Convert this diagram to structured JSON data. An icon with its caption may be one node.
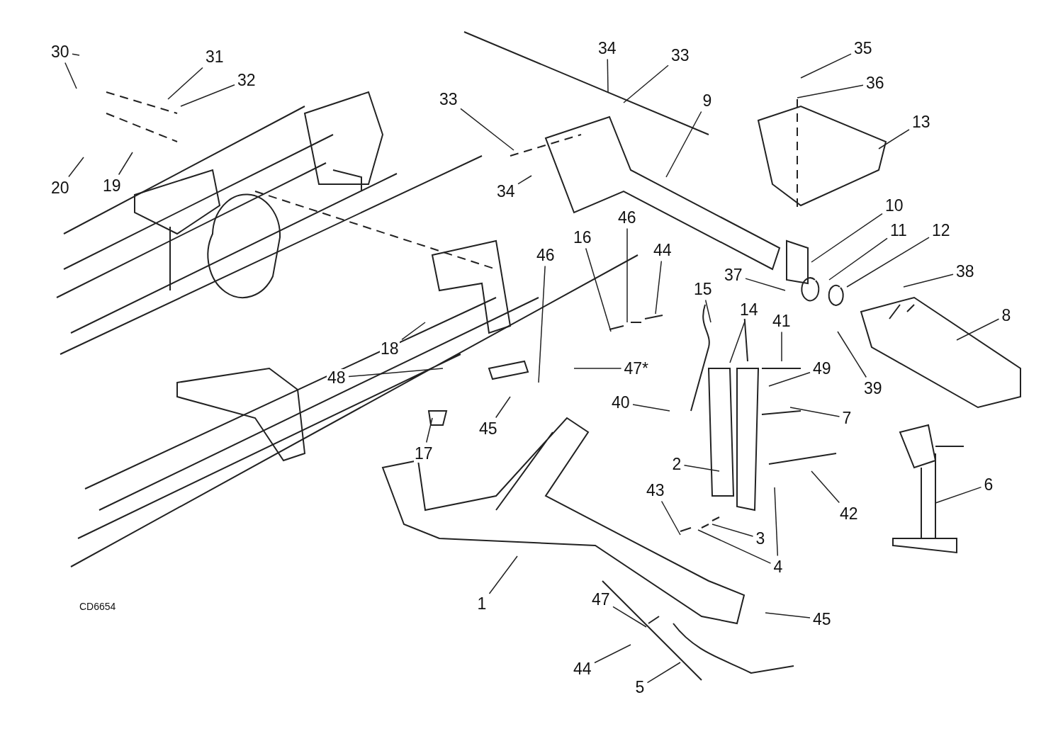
{
  "diagram": {
    "nodes": [
      {
        "text": [
          "30"
        ]
      },
      {
        "text": [
          "34"
        ]
      },
      {
        "text": [
          "35"
        ]
      },
      {
        "text": [
          "33"
        ]
      },
      {
        "text": [
          "31"
        ]
      },
      {
        "text": [
          "32"
        ]
      },
      {
        "text": [
          "36"
        ]
      },
      {
        "text": [
          "33"
        ]
      },
      {
        "text": [
          "9"
        ]
      },
      {
        "text": [
          "13"
        ]
      },
      {
        "text": [
          "20"
        ]
      },
      {
        "text": [
          "19"
        ]
      },
      {
        "text": [
          "34"
        ]
      },
      {
        "text": [
          "10"
        ]
      },
      {
        "text": [
          "46"
        ]
      },
      {
        "text": [
          "16"
        ]
      },
      {
        "text": [
          "11"
        ]
      },
      {
        "text": [
          "12"
        ]
      },
      {
        "text": [
          "44"
        ]
      },
      {
        "text": [
          "46"
        ]
      },
      {
        "text": [
          "38"
        ]
      },
      {
        "text": [
          "37"
        ]
      },
      {
        "text": [
          "15"
        ]
      },
      {
        "text": [
          "14"
        ]
      },
      {
        "text": [
          "8"
        ]
      },
      {
        "text": [
          "41"
        ]
      },
      {
        "text": [
          "18"
        ]
      },
      {
        "text": [
          "49"
        ]
      },
      {
        "text": [
          "47*"
        ]
      },
      {
        "text": [
          "48"
        ]
      },
      {
        "text": [
          "39"
        ]
      },
      {
        "text": [
          "40"
        ]
      },
      {
        "text": [
          "7"
        ]
      },
      {
        "text": [
          "45"
        ]
      },
      {
        "text": [
          "17"
        ]
      },
      {
        "text": [
          "2"
        ]
      },
      {
        "text": [
          "6"
        ]
      },
      {
        "text": [
          "43"
        ]
      },
      {
        "text": [
          "42"
        ]
      },
      {
        "text": [
          "3"
        ]
      },
      {
        "text": [
          "4"
        ]
      },
      {
        "text": [
          "47"
        ]
      },
      {
        "text": [
          "1"
        ]
      },
      {
        "text": [
          "45"
        ]
      },
      {
        "text": [
          "44"
        ]
      },
      {
        "text": [
          "5"
        ]
      }
    ],
    "edges": [
      {
        "from": 0,
        "to": null,
        "arrow": "none"
      },
      {
        "from": 0,
        "to": null,
        "arrow": "none"
      },
      {
        "from": 1,
        "to": null,
        "arrow": "none"
      },
      {
        "from": 2,
        "to": null,
        "arrow": "none"
      },
      {
        "from": 3,
        "to": null,
        "arrow": "none"
      },
      {
        "from": 4,
        "to": null,
        "arrow": "none"
      },
      {
        "from": 5,
        "to": null,
        "arrow": "none"
      },
      {
        "from": 6,
        "to": null,
        "arrow": "none"
      },
      {
        "from": 7,
        "to": null,
        "arrow": "none"
      },
      {
        "from": 8,
        "to": null,
        "arrow": "none"
      },
      {
        "from": 9,
        "to": null,
        "arrow": "none"
      },
      {
        "from": 10,
        "to": null,
        "arrow": "none"
      },
      {
        "from": 11,
        "to": null,
        "arrow": "none"
      },
      {
        "from": 12,
        "to": null,
        "arrow": "none"
      },
      {
        "from": 13,
        "to": null,
        "arrow": "none"
      },
      {
        "from": 14,
        "to": null,
        "arrow": "none"
      },
      {
        "from": 15,
        "to": null,
        "arrow": "none"
      },
      {
        "from": 16,
        "to": null,
        "arrow": "none"
      },
      {
        "from": 17,
        "to": null,
        "arrow": "none"
      },
      {
        "from": 18,
        "to": null,
        "arrow": "none"
      },
      {
        "from": 19,
        "to": null,
        "arrow": "none"
      },
      {
        "from": 20,
        "to": null,
        "arrow": "none"
      },
      {
        "from": 21,
        "to": null,
        "arrow": "none"
      },
      {
        "from": 22,
        "to": null,
        "arrow": "none"
      },
      {
        "from": 23,
        "to": null,
        "arrow": "none"
      },
      {
        "from": 24,
        "to": null,
        "arrow": "none"
      },
      {
        "from": 25,
        "to": null,
        "arrow": "none"
      },
      {
        "from": 26,
        "to": null,
        "arrow": "none"
      },
      {
        "from": 27,
        "to": null,
        "arrow": "none"
      },
      {
        "from": 28,
        "to": null,
        "arrow": "none"
      },
      {
        "from": 29,
        "to": null,
        "arrow": "none"
      },
      {
        "from": 30,
        "to": null,
        "arrow": "none"
      },
      {
        "from": 31,
        "to": null,
        "arrow": "none"
      },
      {
        "from": 32,
        "to": null,
        "arrow": "none"
      },
      {
        "from": 33,
        "to": null,
        "arrow": "none"
      },
      {
        "from": 34,
        "to": null,
        "arrow": "none"
      },
      {
        "from": 35,
        "to": null,
        "arrow": "none"
      },
      {
        "from": 36,
        "to": null,
        "arrow": "none"
      },
      {
        "from": 37,
        "to": null,
        "arrow": "none"
      },
      {
        "from": 38,
        "to": null,
        "arrow": "none"
      },
      {
        "from": 39,
        "to": null,
        "arrow": "none"
      },
      {
        "from": 40,
        "to": null,
        "arrow": "none"
      },
      {
        "from": 40,
        "to": null,
        "arrow": "none"
      },
      {
        "from": 41,
        "to": null,
        "arrow": "none"
      },
      {
        "from": 42,
        "to": null,
        "arrow": "none"
      },
      {
        "from": 43,
        "to": null,
        "arrow": "none"
      },
      {
        "from": 44,
        "to": null,
        "arrow": "none"
      },
      {
        "from": 45,
        "to": null,
        "arrow": "none"
      }
    ],
    "labels": [
      "CD6654"
    ]
  }
}
